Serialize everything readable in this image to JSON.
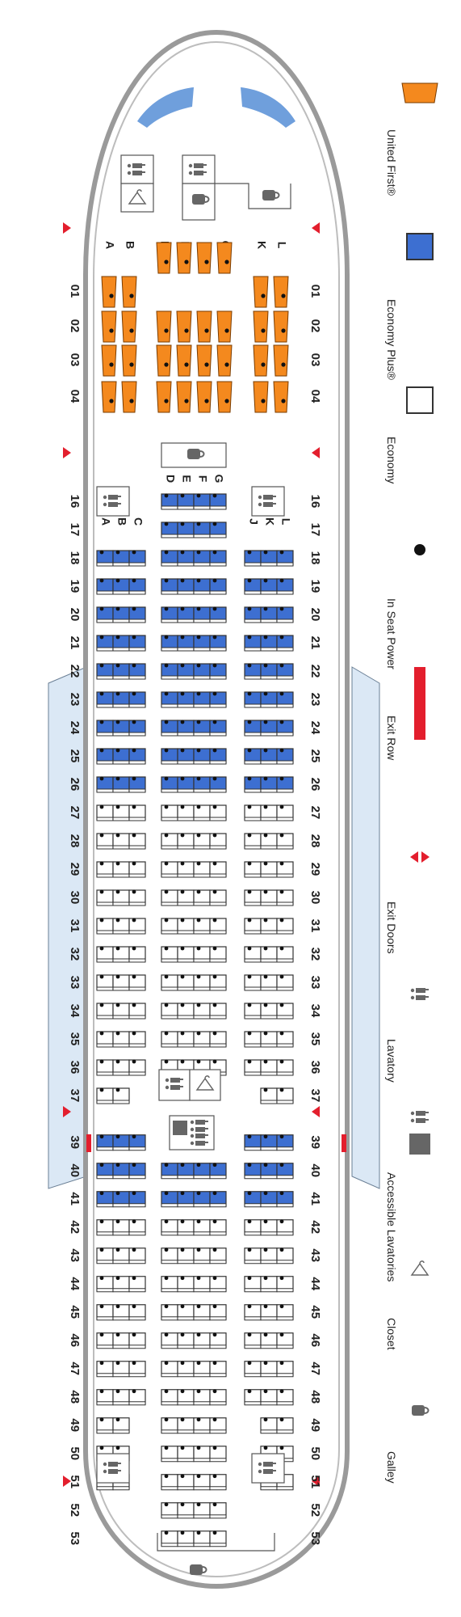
{
  "colors": {
    "first": "#f4891e",
    "economy_plus": "#3d6fd1",
    "economy": "#ffffff",
    "exit_row": "#e31e2d",
    "exit_door": "#e31e2d",
    "outline": "#555555",
    "fuselage": "#9a9a9a",
    "wing": "#dbe8f5"
  },
  "columns": {
    "first": [
      "A",
      "B",
      "D",
      "E",
      "F",
      "G",
      "K",
      "L"
    ],
    "economy": [
      "A",
      "B",
      "C",
      "D",
      "E",
      "F",
      "G",
      "J",
      "K",
      "L"
    ]
  },
  "first_rows": [
    "01",
    "02",
    "03",
    "04"
  ],
  "rows": [
    "16",
    "17",
    "18",
    "19",
    "20",
    "21",
    "22",
    "23",
    "24",
    "25",
    "26",
    "27",
    "28",
    "29",
    "30",
    "31",
    "32",
    "33",
    "34",
    "35",
    "36",
    "37",
    "39",
    "40",
    "41",
    "42",
    "43",
    "44",
    "45",
    "46",
    "47",
    "48",
    "49",
    "50",
    "51",
    "52",
    "53"
  ],
  "legend": [
    {
      "label": "United First®",
      "icon": "first-seat-icon"
    },
    {
      "label": "Economy Plus®",
      "icon": "economy-plus-seat-icon"
    },
    {
      "label": "Economy",
      "icon": "economy-seat-icon"
    },
    {
      "label": "In Seat Power",
      "icon": "power-dot-icon"
    },
    {
      "label": "Exit Row",
      "icon": "exit-row-bar-icon"
    },
    {
      "label": "Exit Doors",
      "icon": "exit-door-arrows-icon"
    },
    {
      "label": "Lavatory",
      "icon": "lavatory-icon"
    },
    {
      "label": "Accessible Lavatories",
      "icon": "accessible-lavatory-icon"
    },
    {
      "label": "Closet",
      "icon": "closet-hanger-icon"
    },
    {
      "label": "Galley",
      "icon": "galley-cup-icon"
    }
  ]
}
